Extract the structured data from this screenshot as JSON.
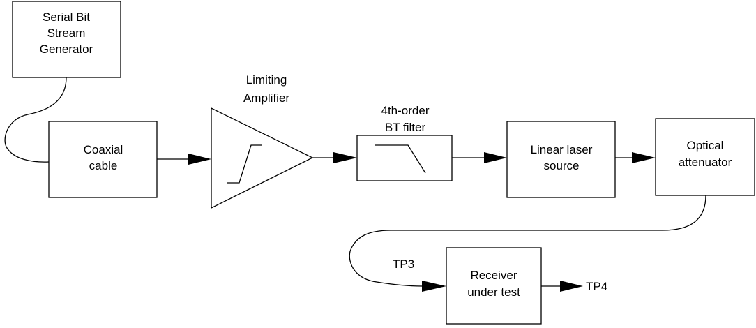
{
  "blocks": {
    "generator": [
      "Serial Bit",
      "Stream",
      "Generator"
    ],
    "coax": [
      "Coaxial",
      "cable"
    ],
    "limiter": [
      "Limiting",
      "Amplifier"
    ],
    "filter": [
      "4th-order",
      "BT filter"
    ],
    "laser": [
      "Linear laser",
      "source"
    ],
    "attenuator": [
      "Optical",
      "attenuator"
    ],
    "receiver": [
      "Receiver",
      "under test"
    ]
  },
  "test_points": {
    "tp3": "TP3",
    "tp4": "TP4"
  }
}
